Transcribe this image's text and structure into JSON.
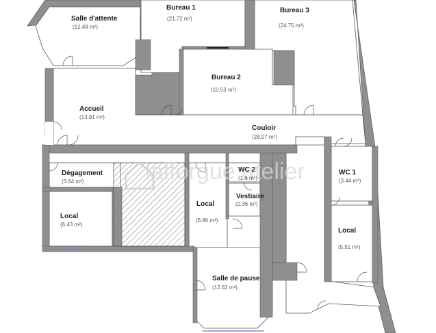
{
  "plan": {
    "watermark": "lafforgue atelier",
    "colors": {
      "wall": "#8f8f8f",
      "wall_dark": "#6f6f6f",
      "floor": "#ffffff",
      "hatch": "#9a9a9a",
      "line": "#555555",
      "window": "#7c8fd6"
    },
    "rooms": [
      {
        "id": "salle-attente",
        "name": "Salle d'attente",
        "area": "(12.48 m²)"
      },
      {
        "id": "bureau-1",
        "name": "Bureau 1",
        "area": "(21.72 m²)"
      },
      {
        "id": "bureau-3",
        "name": "Bureau 3",
        "area": "(24.75 m²)"
      },
      {
        "id": "bureau-2",
        "name": "Bureau 2",
        "area": "(10.53 m²)"
      },
      {
        "id": "accueil",
        "name": "Accueil",
        "area": "(13.91 m²)"
      },
      {
        "id": "couloir",
        "name": "Couloir",
        "area": "(28.07 m²)"
      },
      {
        "id": "degagement",
        "name": "Dégagement",
        "area": "(3.64 m²)"
      },
      {
        "id": "wc-2",
        "name": "WC 2",
        "area": "(1.6 m²)"
      },
      {
        "id": "wc-1",
        "name": "WC 1",
        "area": "(3.44 m²)"
      },
      {
        "id": "vestiaire",
        "name": "Vestiaire",
        "area": "(2.36 m²)"
      },
      {
        "id": "local-left",
        "name": "Local",
        "area": "(6.43 m²)"
      },
      {
        "id": "local-mid",
        "name": "Local",
        "area": "(6.86 m²)"
      },
      {
        "id": "local-right",
        "name": "Local",
        "area": "(5.51 m²)"
      },
      {
        "id": "salle-pause",
        "name": "Salle de pause",
        "area": "(12.62 m²)"
      }
    ]
  }
}
